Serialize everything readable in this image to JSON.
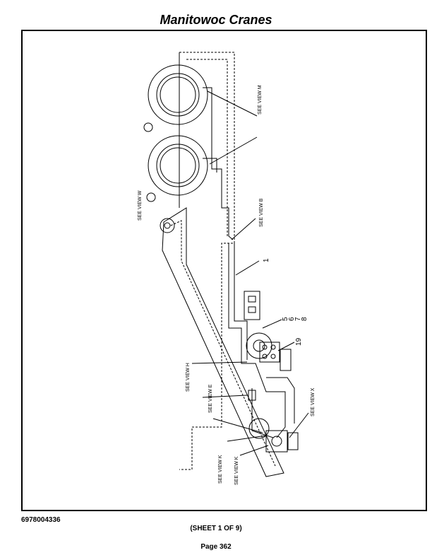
{
  "header": {
    "title": "Manitowoc Cranes"
  },
  "drawing": {
    "callouts": {
      "view_m": "SEE VIEW M",
      "view_w": "SEE VIEW W",
      "view_b": "SEE VIEW B",
      "view_h": "SEE VIEW H",
      "view_e": "SEE VIEW E",
      "view_k_1": "SEE VIEW K",
      "view_k_2": "SEE VIEW K",
      "view_x": "SEE VIEW X"
    },
    "item_numbers": {
      "n1": "1",
      "n5": "5",
      "n6": "6",
      "n7": "7",
      "n8": "8",
      "n19": "19"
    }
  },
  "footer": {
    "doc_number": "6978004336",
    "sheet": "(SHEET 1 OF 9)",
    "page": "Page 362"
  }
}
